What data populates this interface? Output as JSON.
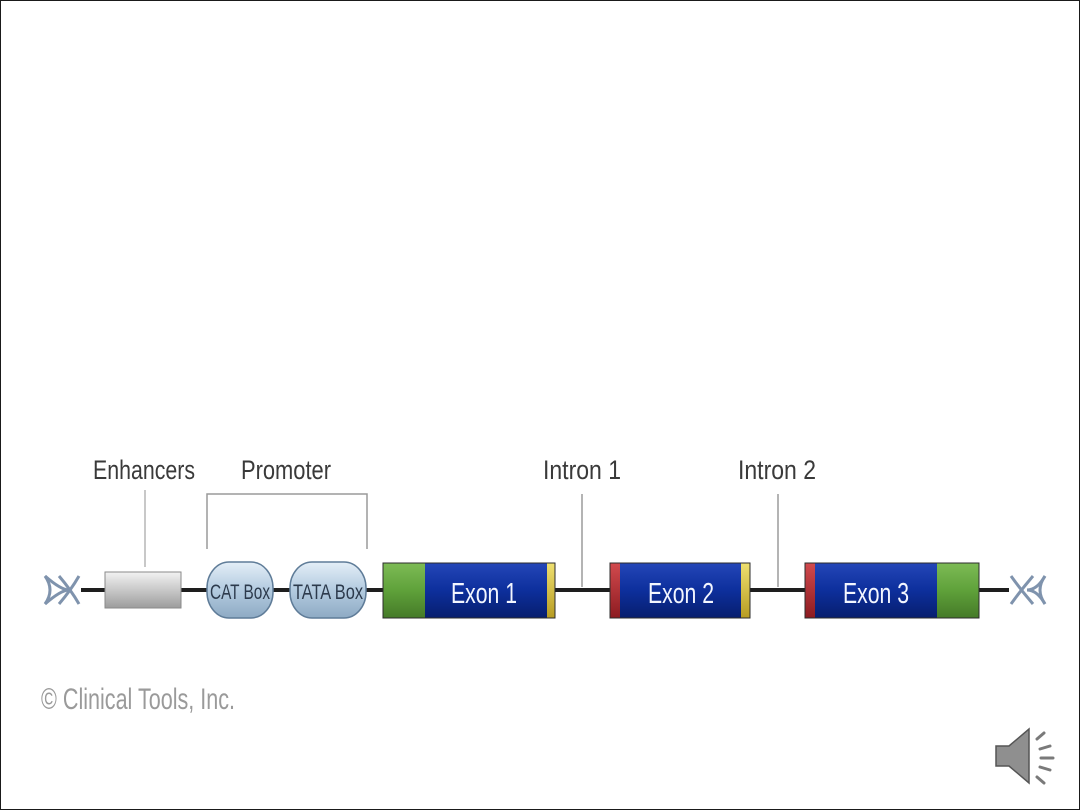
{
  "labels": {
    "enhancers": "Enhancers",
    "promoter": "Promoter",
    "intron1": "Intron 1",
    "intron2": "Intron 2"
  },
  "boxes": {
    "cat": "CAT Box",
    "tata": "TATA Box"
  },
  "exons": {
    "exon1": "Exon 1",
    "exon2": "Exon 2",
    "exon3": "Exon 3"
  },
  "copyright": "© Clinical Tools, Inc.",
  "icons": {
    "dna_end": "dna-helix-icon",
    "audio": "speaker-icon"
  },
  "colors": {
    "exon": "#0d2f9c",
    "utr": "#5fa13a",
    "splice_donor": "#d8c23a",
    "splice_acceptor": "#b3262c",
    "box_fill": "#b7cfe3",
    "enhancer": "#c9c9c9",
    "dna_line": "#1e1e1e",
    "helix": "#7f93ad"
  }
}
